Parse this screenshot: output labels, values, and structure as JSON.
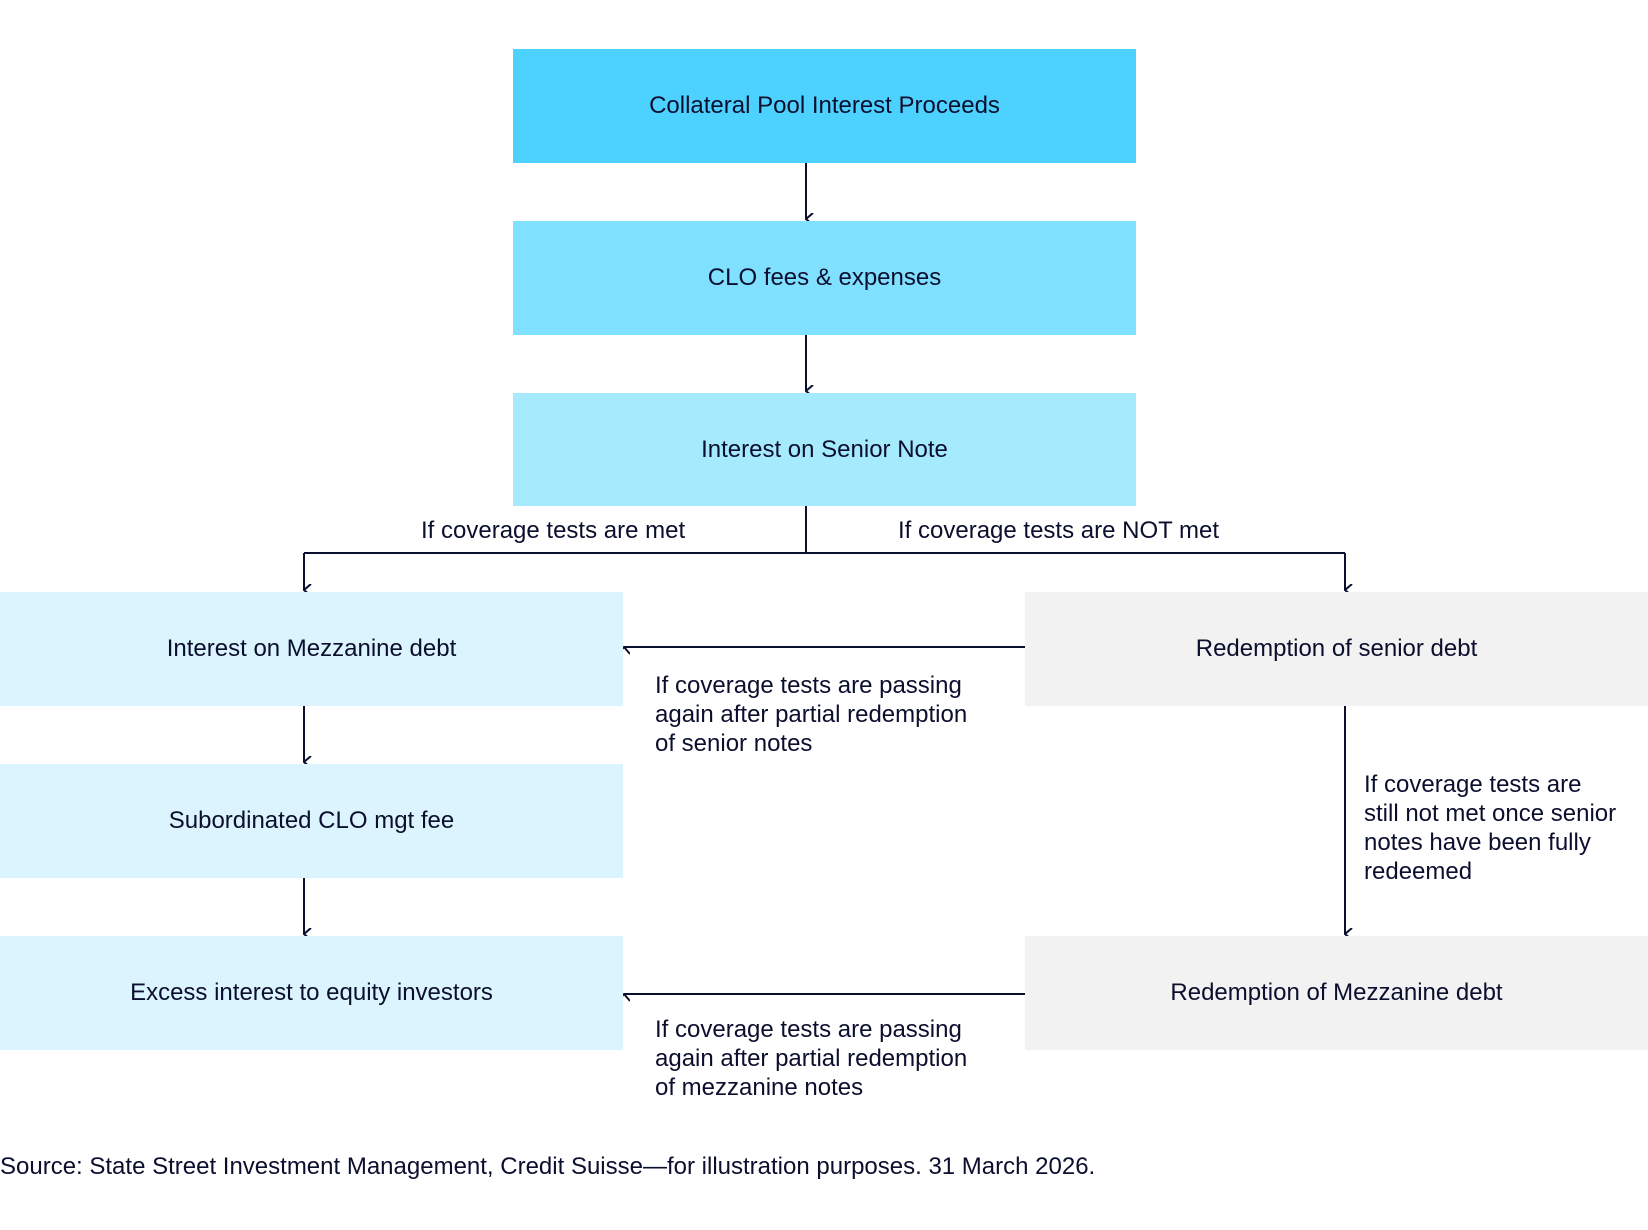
{
  "boxes": {
    "collateral": {
      "label": "Collateral Pool Interest Proceeds",
      "color": "#4dd2ff"
    },
    "clo_fees": {
      "label": "CLO fees & expenses",
      "color": "#80e0ff"
    },
    "senior_interest": {
      "label": "Interest on Senior Note",
      "color": "#a6ebfd"
    },
    "mezz_interest": {
      "label": "Interest on Mezzanine debt",
      "color": "#dcf4fd"
    },
    "sub_fee": {
      "label": "Subordinated CLO mgt fee",
      "color": "#dcf4fd"
    },
    "excess": {
      "label": "Excess interest to equity investors",
      "color": "#dcf4fd"
    },
    "senior_redemption": {
      "label": "Redemption of senior debt",
      "color": "#f2f2f2"
    },
    "mezz_redemption": {
      "label": "Redemption of Mezzanine debt",
      "color": "#f2f2f2"
    }
  },
  "labels": {
    "tests_met": "If coverage tests are met",
    "tests_not_met": "If coverage tests are NOT met",
    "passing_senior": [
      "If coverage tests are passing",
      "again after partial redemption",
      "of senior notes"
    ],
    "still_not_met": [
      "If coverage tests are",
      "still not met once senior",
      "notes have been fully",
      "redeemed"
    ],
    "passing_mezz": [
      "If coverage tests are passing",
      "again after partial redemption",
      "of mezzanine notes"
    ]
  },
  "line_color": "#0b0f2e",
  "source": "Source: State Street Investment Management, Credit Suisse—for illustration purposes. 31 March 2026."
}
